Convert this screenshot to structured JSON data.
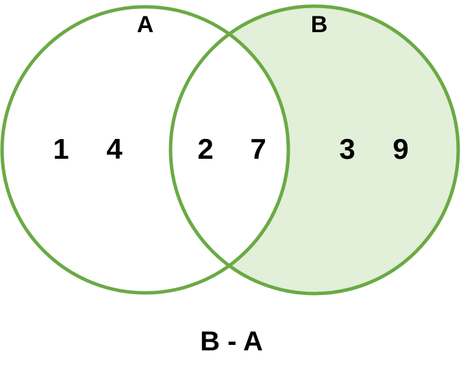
{
  "diagram": {
    "type": "venn",
    "sets": [
      {
        "name": "A",
        "only_elements": [
          "1",
          "4"
        ]
      },
      {
        "name": "B",
        "only_elements": [
          "3",
          "9"
        ]
      }
    ],
    "intersection": [
      "2",
      "7"
    ],
    "highlighted_region": "B only",
    "caption": "B - A",
    "colors": {
      "outline": "#6aaa44",
      "highlight_fill": "#e2efd9",
      "text": "#000000"
    }
  }
}
